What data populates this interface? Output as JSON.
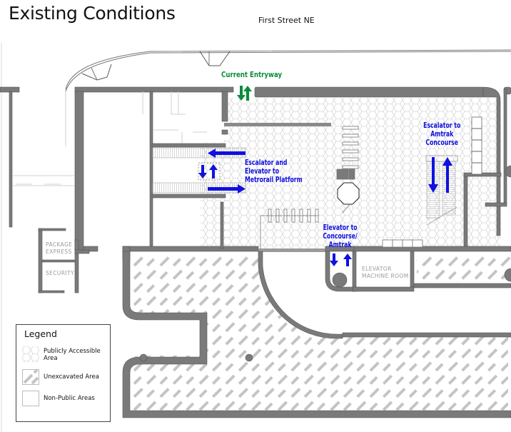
{
  "header": {
    "title": "Existing Conditions",
    "street_label": "First Street NE"
  },
  "labels": {
    "current_entryway": "Current Entryway",
    "escalator_metrorail": [
      "Escalator and",
      "Elevator to",
      "Metrorail Platform"
    ],
    "escalator_amtrak": [
      "Escalator to",
      "Amtrak",
      "Concourse"
    ],
    "elevator_concourse": [
      "Elevator to",
      "Concourse/",
      "Amtrak"
    ]
  },
  "rooms": {
    "package_express": [
      "PACKAGE",
      "EXPRESS"
    ],
    "security": "SECURITY",
    "elevator_machine_room": [
      "ELEVATOR",
      "MACHINE ROOM"
    ]
  },
  "legend": {
    "title": "Legend",
    "items": [
      {
        "pattern": "hexagon",
        "label": "Publicly Accessible Area"
      },
      {
        "pattern": "hatched",
        "label": "Unexcavated Area"
      },
      {
        "pattern": "blank",
        "label": "Non-Public Areas"
      }
    ]
  },
  "colors": {
    "wall": "#7a7a7a",
    "wall_edge": "#555555",
    "hatch": "#c4c4c4",
    "hex": "#d6d6d6",
    "arrow_blue": "#1010e0",
    "arrow_green": "#0a8c3a"
  }
}
